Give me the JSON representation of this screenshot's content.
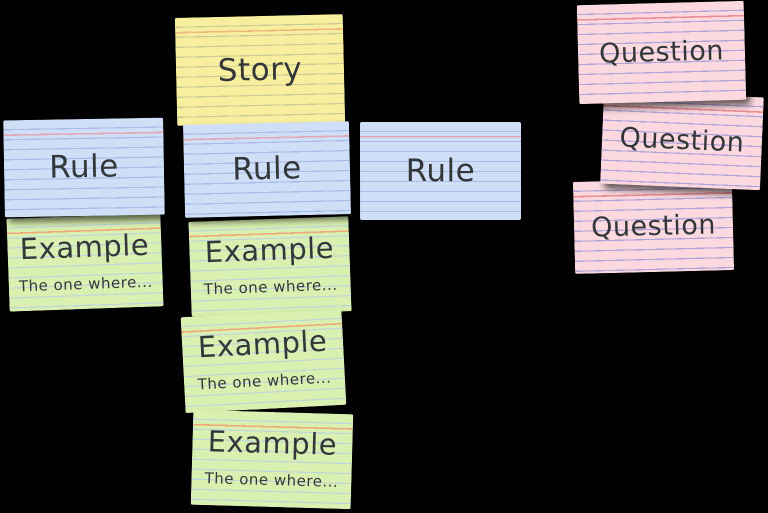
{
  "board": {
    "background_color": "#000000",
    "description": "Example-mapping style arrangement of index cards on a black background"
  },
  "colors": {
    "story_card": "#f8ef9e",
    "rule_card": "#cfdff7",
    "example_card": "#daf0b0",
    "question_card": "#fbd9de",
    "ink": "#33373a"
  },
  "cards": [
    {
      "type": "story",
      "label": "Story"
    },
    {
      "type": "rule",
      "label": "Rule"
    },
    {
      "type": "rule",
      "label": "Rule"
    },
    {
      "type": "rule",
      "label": "Rule"
    },
    {
      "type": "example",
      "label": "Example",
      "sublabel": "The one where..."
    },
    {
      "type": "example",
      "label": "Example",
      "sublabel": "The one where..."
    },
    {
      "type": "example",
      "label": "Example",
      "sublabel": "The one where..."
    },
    {
      "type": "example",
      "label": "Example",
      "sublabel": "The one where..."
    },
    {
      "type": "question",
      "label": "Question"
    },
    {
      "type": "question",
      "label": "Question"
    },
    {
      "type": "question",
      "label": "Question"
    }
  ]
}
